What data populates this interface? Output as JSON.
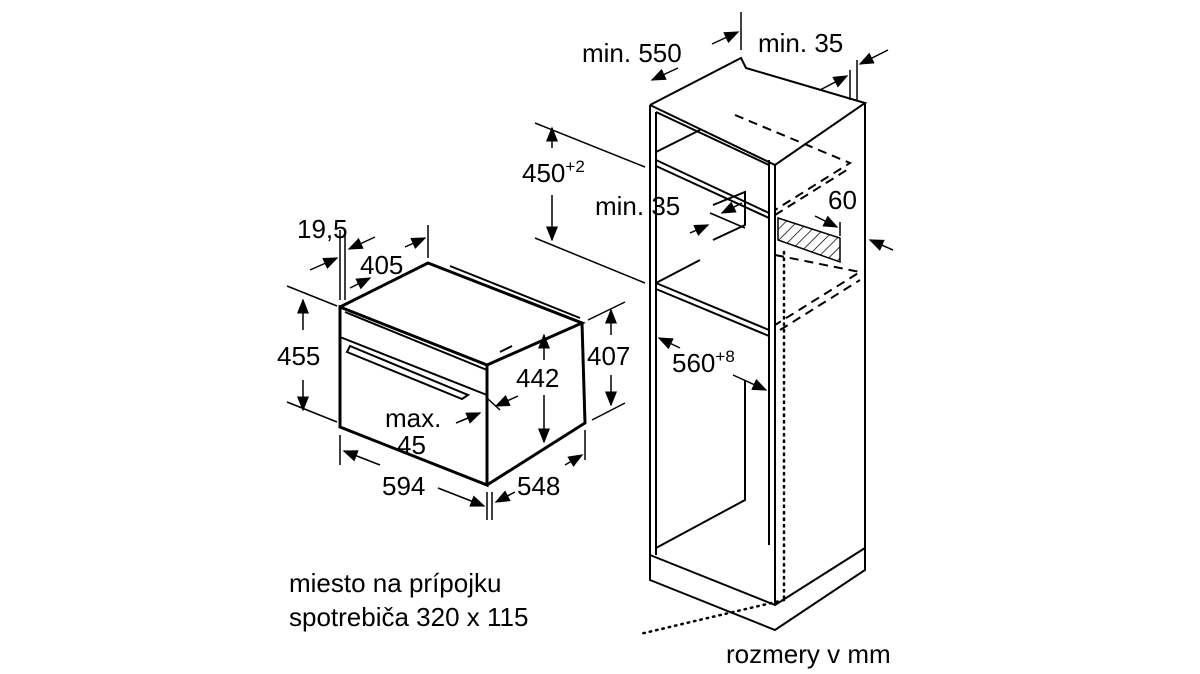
{
  "oven_dimensions": {
    "depth_front": "19,5",
    "depth_top": "405",
    "height_total": "455",
    "height_body": "442",
    "height_side": "407",
    "handle_label_1": "max.",
    "handle_label_2": "45",
    "width": "594",
    "depth": "548"
  },
  "cabinet_dimensions": {
    "depth_min": "min. 550",
    "rear_gap": "min. 35",
    "opening_height": "450",
    "opening_height_tol": "+2",
    "shelf_gap": "min. 35",
    "vent": "60",
    "opening_width": "560",
    "opening_width_tol": "+8"
  },
  "note": {
    "line1": "miesto na prípojku",
    "line2": "spotrebiča 320 x 115"
  },
  "units": "rozmery v mm"
}
